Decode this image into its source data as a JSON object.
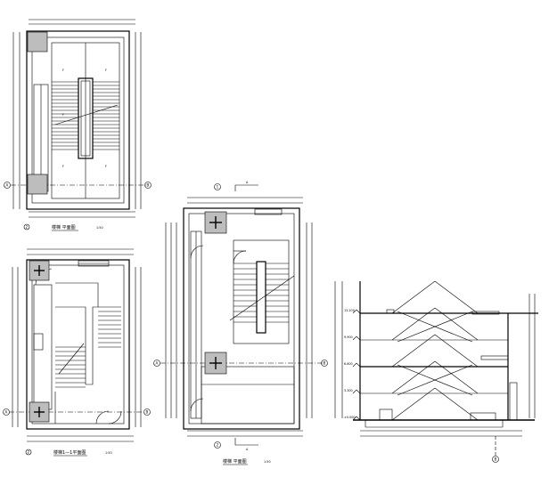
{
  "drawing": {
    "accent_color": "#000000",
    "hatch_color": "#bdbdbd",
    "plans": {
      "top": {
        "caption": "楼梯 平面图",
        "scale": "1:50",
        "axis_a": "A",
        "axis_b": "B",
        "axis_ref": "2",
        "step_labels": [
          "F",
          "F",
          "F",
          "F",
          "F"
        ]
      },
      "bottom_left": {
        "caption": "楼梯1—1平面图",
        "scale": "1:50",
        "axis_a": "A",
        "axis_b": "B",
        "axis_ref": "2"
      },
      "middle": {
        "caption": "楼梯 平面图",
        "scale": "1:50",
        "axis_a": "A",
        "axis_b": "B",
        "axis_ref_top": "1",
        "axis_ref_bottom": "2",
        "section_mark": "A"
      }
    },
    "section": {
      "axis_ref": "B",
      "levels": [
        "±0.000",
        "3.300",
        "6.600",
        "9.900",
        "13.200"
      ]
    }
  }
}
